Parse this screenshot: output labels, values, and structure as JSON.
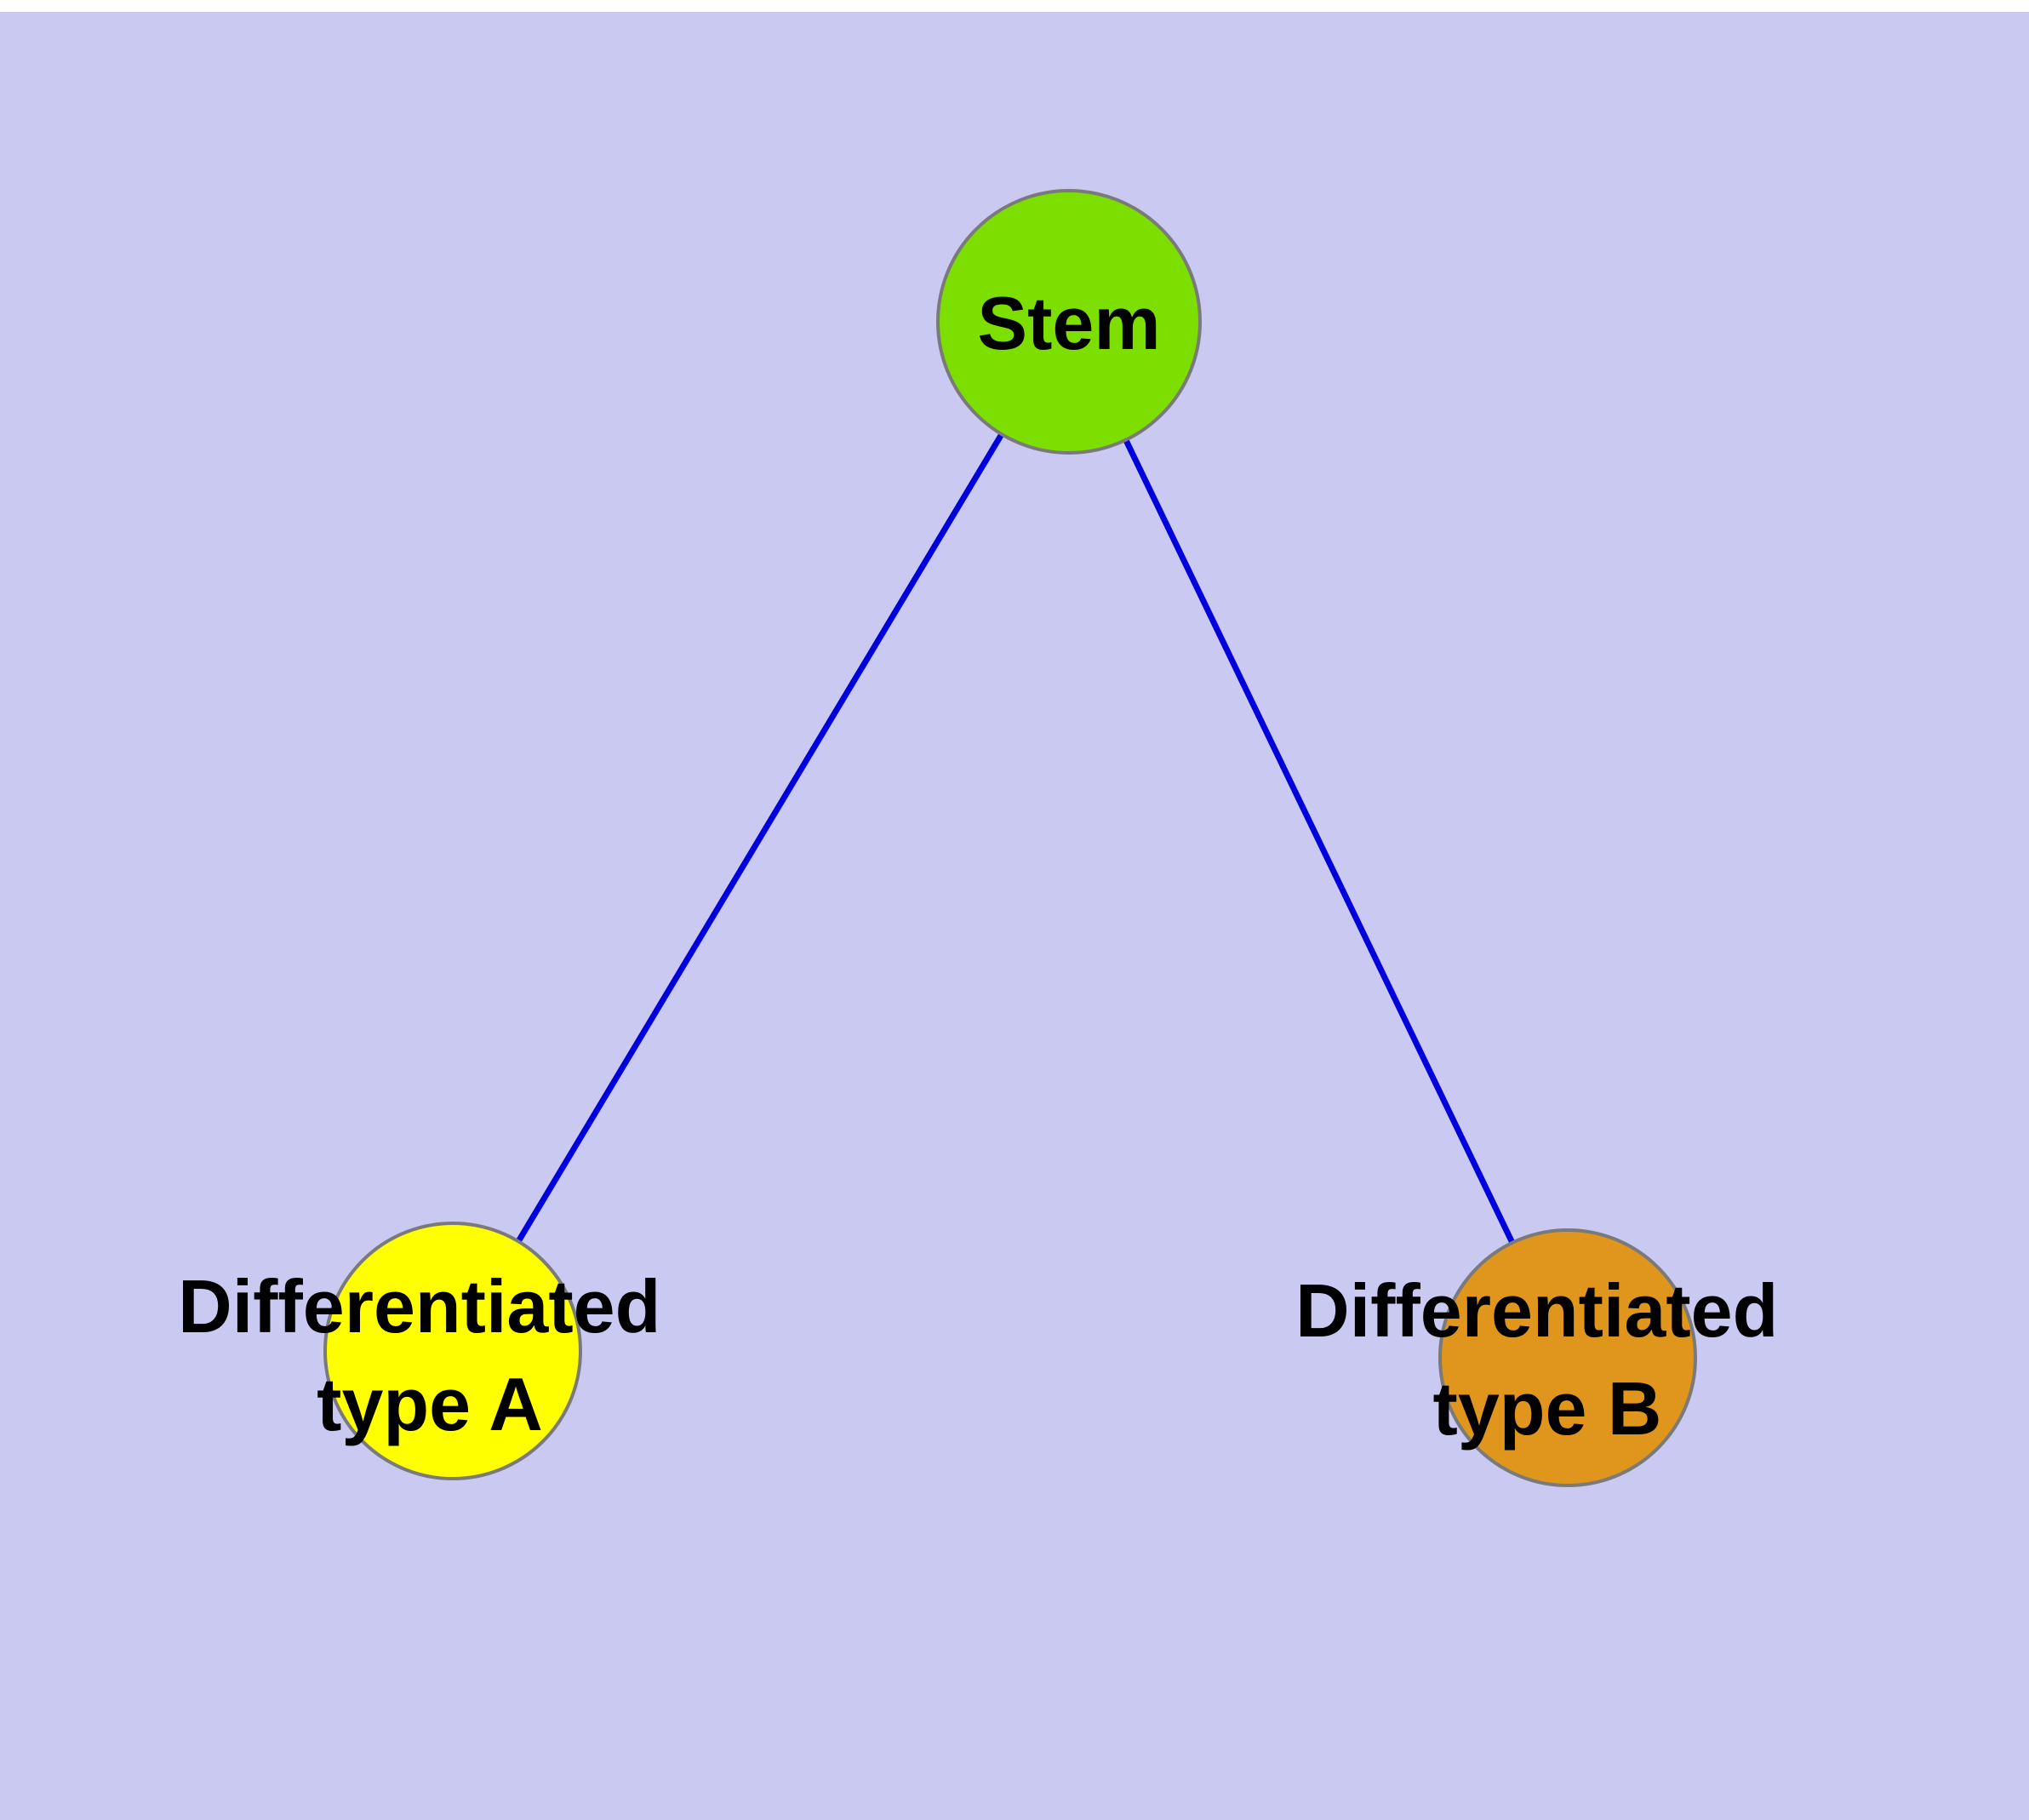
{
  "diagram": {
    "type": "node-link-graph",
    "description": "Stem cell differentiation tree: a stem node connected to two differentiated cell type nodes",
    "colors": {
      "background": "#c9c9f2",
      "edge": "#0000dd",
      "node_stroke": "#7a7a7a",
      "text": "#000000"
    },
    "nodes": [
      {
        "id": "stem",
        "label": "Stem",
        "color": "#7ddf00"
      },
      {
        "id": "type-a",
        "label_line1": "Differentiated",
        "label_line2": "type A",
        "color": "#ffff00"
      },
      {
        "id": "type-b",
        "label_line1": "Differentiated",
        "label_line2": "type B",
        "color": "#e0961c"
      }
    ],
    "edges": [
      {
        "from": "Stem",
        "to": "Differentiated type A"
      },
      {
        "from": "Stem",
        "to": "Differentiated type B"
      }
    ]
  }
}
